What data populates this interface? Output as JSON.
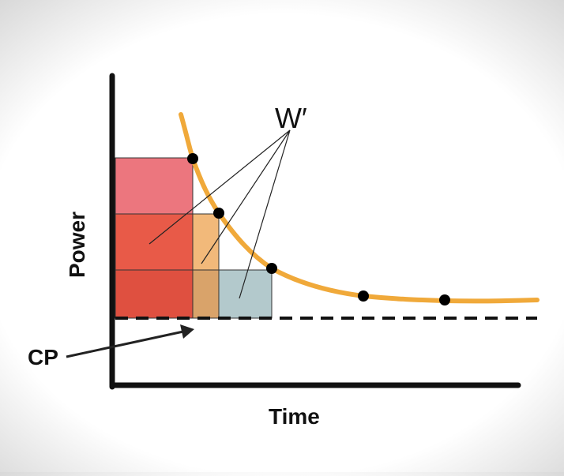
{
  "labels": {
    "w_prime": "W′",
    "y_axis": "Power",
    "x_axis": "Time",
    "cp": "CP"
  },
  "colors": {
    "curve": "#f0a93a",
    "block_top": "#ec767e",
    "block_mid": "#e85a48",
    "block_bottom": "#df5040",
    "orange_top": "#f2b97a",
    "orange_bottom": "#d9a36a",
    "teal": "#b3c9cc",
    "axis": "#111111"
  }
}
